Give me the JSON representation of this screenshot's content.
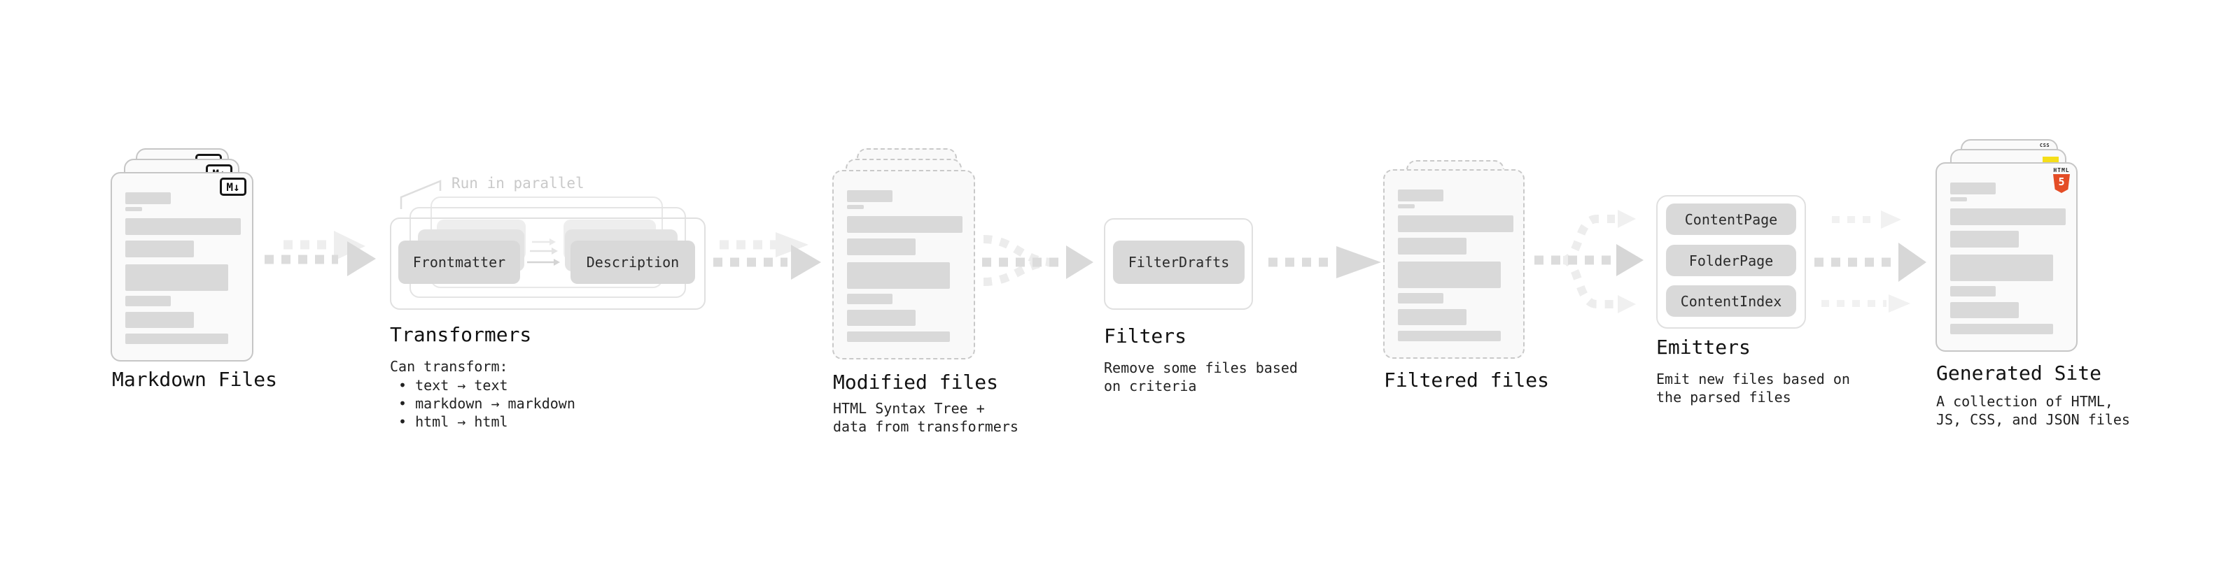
{
  "palette": {
    "html5_orange": "#e44d26",
    "js_yellow": "#f5de19",
    "css_blue": "#2962e9",
    "doc_fill": "#fafafa",
    "bar_gray": "#d9d9d9",
    "pill_gray": "#d9d9d9",
    "arrow_gray": "#dcdcdc",
    "arrow_ghost": "#eeeeee",
    "note_gray": "#c9c9c9",
    "text_dark": "#1c1c1c"
  },
  "stages": {
    "markdown": {
      "title": "Markdown Files",
      "badge": "M↓"
    },
    "transformers": {
      "title": "Transformers",
      "note": "Run in parallel",
      "box_frontmatter": "Frontmatter",
      "box_description": "Description",
      "caption_heading": "Can transform:",
      "bullet_1": "• text → text",
      "bullet_2": "• markdown → markdown",
      "bullet_3": "• html → html"
    },
    "modified": {
      "title": "Modified files",
      "caption_1": "HTML Syntax Tree +",
      "caption_2": "data from transformers"
    },
    "filters": {
      "title": "Filters",
      "box_filterdrafts": "FilterDrafts",
      "caption_1": "Remove some files based",
      "caption_2": "on criteria"
    },
    "filtered": {
      "title": "Filtered files"
    },
    "emitters": {
      "title": "Emitters",
      "box_contentpage": "ContentPage",
      "box_folderpage": "FolderPage",
      "box_contentindex": "ContentIndex",
      "caption_1": "Emit new files based on",
      "caption_2": "the parsed files"
    },
    "generated": {
      "title": "Generated Site",
      "caption_1": "A collection of HTML,",
      "caption_2": "JS, CSS, and JSON files",
      "html_badge_label": "HTML",
      "html_badge_number": "5",
      "css_badge_label": "CSS"
    }
  }
}
